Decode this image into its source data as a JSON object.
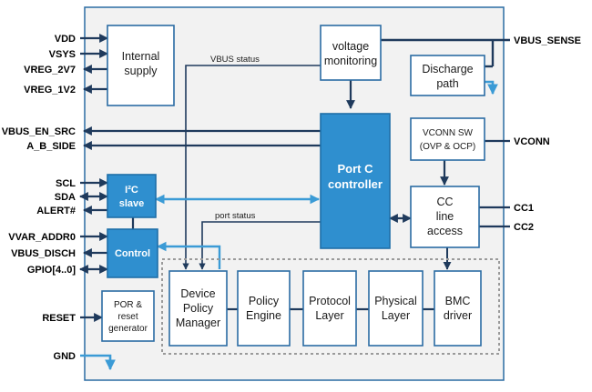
{
  "colors": {
    "chip_bg": "#f2f2f2",
    "outline": "#2b6ca3",
    "arrow_dark": "#1f3a5c",
    "accent_blue": "#3b9bd6",
    "block_blue": "#2f8fcf",
    "dashed": "#9a9a9a"
  },
  "pins_left": {
    "vdd": "VDD",
    "vsys": "VSYS",
    "vreg_2v7": "VREG_2V7",
    "vreg_1v2": "VREG_1V2",
    "vbus_en_src": "VBUS_EN_SRC",
    "a_b_side": "A_B_SIDE",
    "scl": "SCL",
    "sda": "SDA",
    "alert": "ALERT#",
    "vvar_addr0": "VVAR_ADDR0",
    "vbus_disch": "VBUS_DISCH",
    "gpio": "GPIO[4..0]",
    "reset": "RESET",
    "gnd": "GND"
  },
  "pins_right": {
    "vbus_sense": "VBUS_SENSE",
    "vconn": "VCONN",
    "cc1": "CC1",
    "cc2": "CC2"
  },
  "blocks": {
    "internal_supply": [
      "Internal",
      "supply"
    ],
    "voltage_monitoring": [
      "voltage",
      "monitoring"
    ],
    "discharge_path": [
      "Discharge",
      "path"
    ],
    "vconn_sw": [
      "VCONN SW",
      "(OVP & OCP)"
    ],
    "port_c_controller": [
      "Port C",
      "controller"
    ],
    "cc_line_access": [
      "CC",
      "line",
      "access"
    ],
    "i2c_slave": [
      "I²C",
      "slave"
    ],
    "control": "Control",
    "por": [
      "POR &",
      "reset",
      "generator"
    ],
    "device_policy_manager": [
      "Device",
      "Policy",
      "Manager"
    ],
    "policy_engine": [
      "Policy",
      "Engine"
    ],
    "protocol_layer": [
      "Protocol",
      "Layer"
    ],
    "physical_layer": [
      "Physical",
      "Layer"
    ],
    "bmc_driver": [
      "BMC",
      "driver"
    ]
  },
  "labels": {
    "vbus_status": "VBUS status",
    "port_status": "port status"
  }
}
